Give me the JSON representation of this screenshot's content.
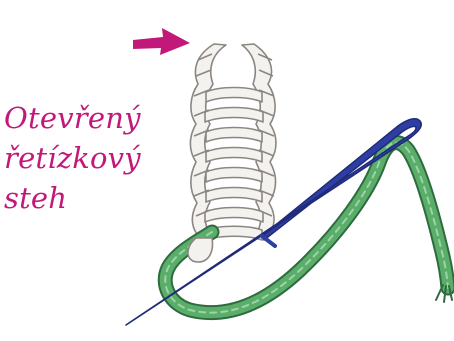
{
  "title": {
    "lines": [
      "Otevřený",
      "řetízkový",
      "steh"
    ]
  },
  "colors": {
    "title": "#c2187a",
    "arrow": "#c2187a",
    "needle": "#2f3ea3",
    "thread_green": "#5aae6a",
    "thread_dark": "#2e6b3f",
    "stitch_white": "#f4f2ef",
    "stitch_outline": "#8b8682"
  },
  "icons": [
    "direction-arrow-icon",
    "needle-icon"
  ]
}
